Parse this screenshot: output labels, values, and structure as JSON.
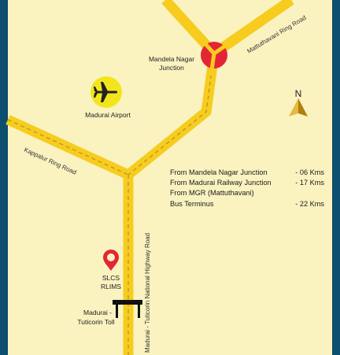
{
  "colors": {
    "border": "#0d4f6e",
    "land": "#faf3c0",
    "road": "#f7cc1f",
    "junction": "#e32636",
    "compass": "#c8930f",
    "toll": "#111111"
  },
  "places": {
    "mandela_junction": {
      "line1": "Mandela Nagar",
      "line2": "Junction"
    },
    "airport": {
      "label": "Madurai Airport",
      "icon": "airplane-icon"
    },
    "compass": {
      "label": "N"
    },
    "slcs": {
      "line1": "SLCS",
      "line2": "RLIMS",
      "icon": "map-pin-icon"
    },
    "toll": {
      "line1": "Madurai -",
      "line2": "Tuticorin Toll",
      "icon": "toll-gate-icon"
    }
  },
  "roads": {
    "mattuthavani": "Mattuthavani Ring Road",
    "kappalur": "Kappalur Ring Road",
    "tuticorin": "Madurai - Tuticorin National Highway Road"
  },
  "distances": [
    {
      "from": "From Mandela Nagar Junction",
      "value": "- 06 Kms"
    },
    {
      "from": "From Madurai Railway Junction",
      "value": "- 17 Kms"
    },
    {
      "from": "From MGR (Mattuthavani)",
      "value": ""
    },
    {
      "from": "Bus Terminus",
      "value": "- 22 Kms"
    }
  ]
}
